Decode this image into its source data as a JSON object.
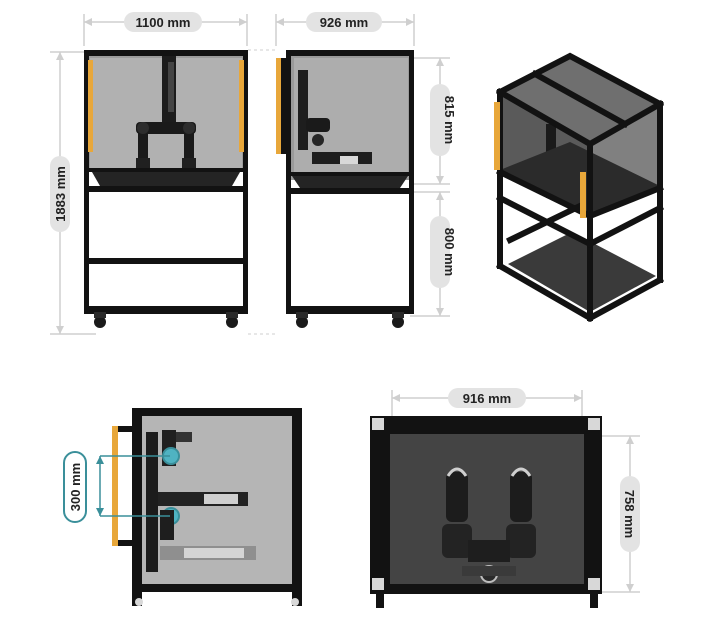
{
  "dimensions": {
    "front_width": "1100 mm",
    "side_depth": "926 mm",
    "total_height": "1883 mm",
    "upper_height": "815 mm",
    "lower_height": "800 mm",
    "arm_spacing": "300 mm",
    "inner_width": "916 mm",
    "inner_depth": "758 mm"
  },
  "colors": {
    "frame": "#121212",
    "glass": "#8e8e8e",
    "glass_light": "#b9b9b9",
    "panel_dark": "#2a2a2a",
    "handle": "#e8a73a",
    "dimension_line": "#cfcfcf",
    "pill": "#e3e3e3",
    "highlight": "#3a8f9a",
    "highlight_fill": "#4fb3c2"
  },
  "views": [
    "front-view",
    "side-view",
    "isometric-view",
    "side-section-view",
    "top-view"
  ]
}
